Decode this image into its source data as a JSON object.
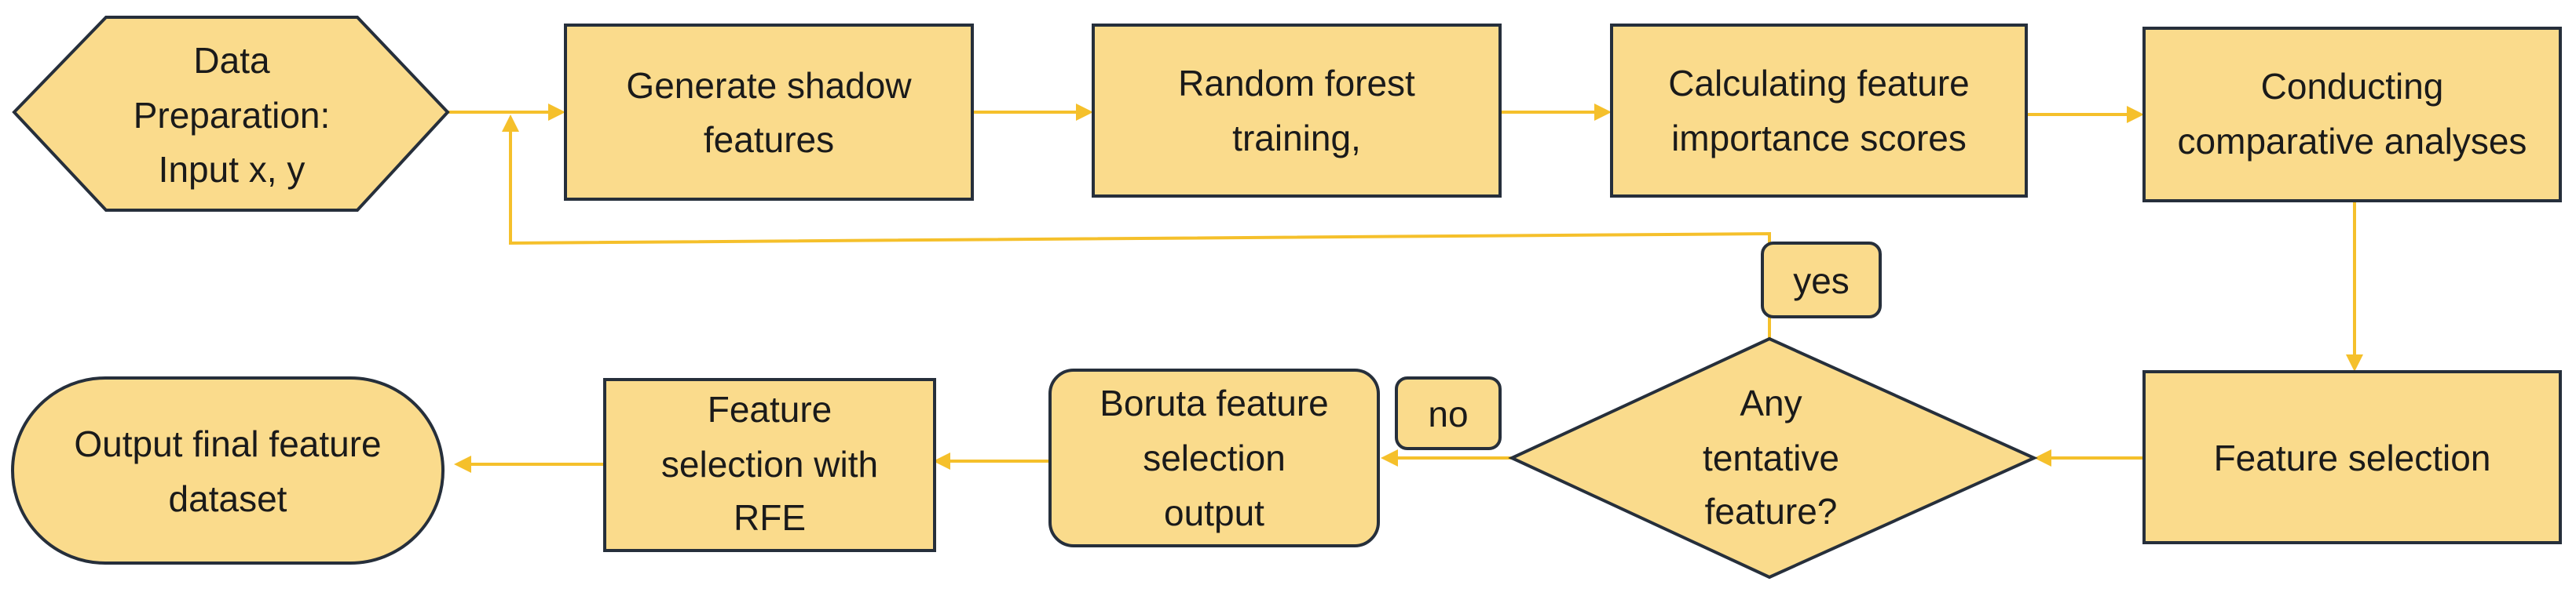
{
  "diagram": {
    "colors": {
      "node_fill": "#FADB8C",
      "node_stroke": "#262F3B",
      "connector": "#F5C02B",
      "text": "#1a1a1a"
    },
    "nodes": {
      "data_prep": {
        "line1": "Data",
        "line2": "Preparation:",
        "line3": "Input x, y"
      },
      "shadow": {
        "line1": "Generate shadow",
        "line2": "features"
      },
      "rf_training": {
        "line1": "Random forest",
        "line2": "training,"
      },
      "importance": {
        "line1": "Calculating feature",
        "line2": "importance scores"
      },
      "comparative": {
        "line1": "Conducting",
        "line2": "comparative analyses"
      },
      "feature_selection": {
        "line1": "Feature selection"
      },
      "tentative": {
        "line1": "Any",
        "line2": "tentative",
        "line3": "feature?"
      },
      "boruta_output": {
        "line1": "Boruta feature",
        "line2": "selection",
        "line3": "output"
      },
      "rfe": {
        "line1": "Feature",
        "line2": "selection with",
        "line3": "RFE"
      },
      "final_output": {
        "line1": "Output final feature",
        "line2": "dataset"
      }
    },
    "labels": {
      "yes": "yes",
      "no": "no"
    }
  }
}
